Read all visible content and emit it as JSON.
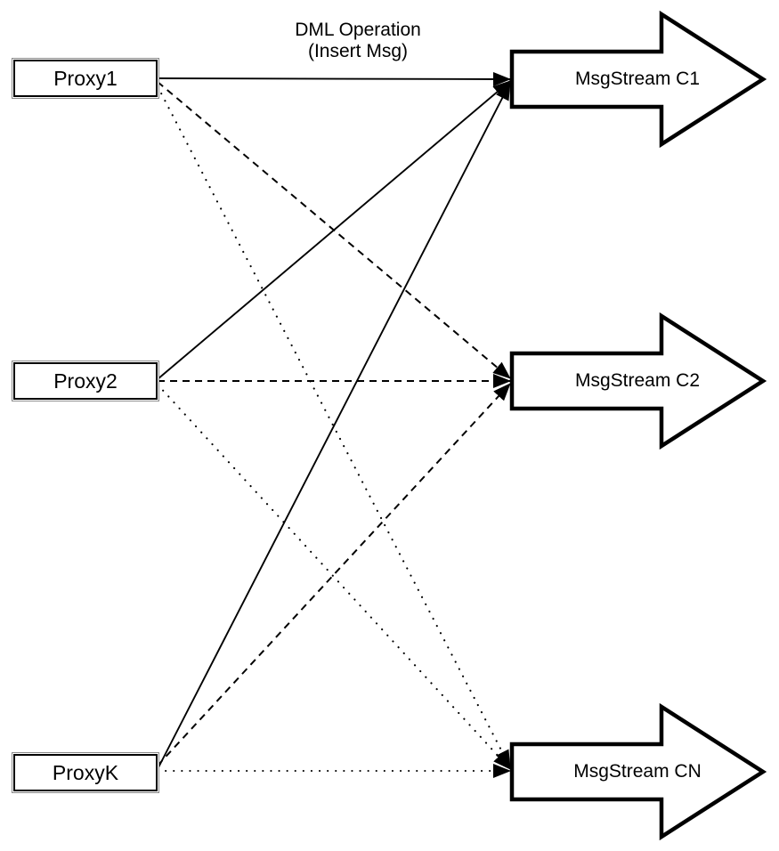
{
  "diagram": {
    "title_annotation": {
      "line1": "DML Operation",
      "line2": "(Insert Msg)"
    },
    "proxies": [
      {
        "id": "proxy1",
        "label": "Proxy1"
      },
      {
        "id": "proxy2",
        "label": "Proxy2"
      },
      {
        "id": "proxyk",
        "label": "ProxyK"
      }
    ],
    "streams": [
      {
        "id": "msgstream-c1",
        "label": "MsgStream C1"
      },
      {
        "id": "msgstream-c2",
        "label": "MsgStream C2"
      },
      {
        "id": "msgstream-cn",
        "label": "MsgStream CN"
      }
    ],
    "connections": [
      {
        "from": "Proxy1",
        "to": "MsgStream C1",
        "style": "solid"
      },
      {
        "from": "Proxy1",
        "to": "MsgStream C2",
        "style": "dashed"
      },
      {
        "from": "Proxy1",
        "to": "MsgStream CN",
        "style": "dotted"
      },
      {
        "from": "Proxy2",
        "to": "MsgStream C1",
        "style": "solid"
      },
      {
        "from": "Proxy2",
        "to": "MsgStream C2",
        "style": "dashed"
      },
      {
        "from": "Proxy2",
        "to": "MsgStream CN",
        "style": "dotted"
      },
      {
        "from": "ProxyK",
        "to": "MsgStream C1",
        "style": "solid"
      },
      {
        "from": "ProxyK",
        "to": "MsgStream C2",
        "style": "dashed"
      },
      {
        "from": "ProxyK",
        "to": "MsgStream CN",
        "style": "dotted"
      }
    ],
    "colors": {
      "line": "#000000",
      "shape_fill": "#ffffff",
      "background": "#ffffff"
    }
  }
}
